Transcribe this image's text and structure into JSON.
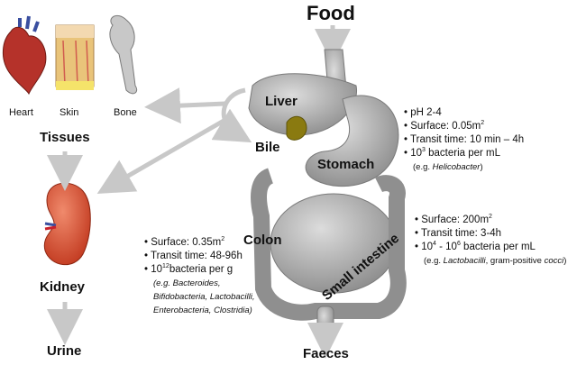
{
  "title": "Food",
  "tissues": {
    "heart": "Heart",
    "skin": "Skin",
    "bone": "Bone",
    "label": "Tissues"
  },
  "kidney": "Kidney",
  "urine": "Urine",
  "faeces": "Faeces",
  "organs": {
    "liver": "Liver",
    "bile": "Bile",
    "stomach": "Stomach",
    "colon": "Colon",
    "small_intestine": "Small intestine"
  },
  "stomach_info": {
    "ph": "pH 2-4",
    "surface": "Surface: 0.05m",
    "surface_exp": "2",
    "transit": "Transit time: 10 min – 4h",
    "bacteria_base": "10",
    "bacteria_exp": "3",
    "bacteria_rest": " bacteria per mL",
    "example_prefix": "(e.g. ",
    "example_italic": "Helicobacter",
    "example_suffix": ")"
  },
  "small_intestine_info": {
    "surface": "Surface: 200m",
    "surface_exp": "2",
    "transit": "Transit time: 3-4h",
    "b1": "10",
    "b1_exp": "4",
    "b_mid": " - 10",
    "b2_exp": "6",
    "b_rest": " bacteria per mL",
    "example_prefix": "(e.g. ",
    "example_italic": "Lactobacilli",
    "example_mid": ", gram-positive ",
    "example_italic2": "cocci",
    "example_suffix": ")"
  },
  "colon_info": {
    "surface": "Surface: 0.35m",
    "surface_exp": "2",
    "transit": "Transit time: 48-96h",
    "b_base": "10",
    "b_exp": "12",
    "b_rest": "bacteria per g",
    "ex1": "(e.g. Bacteroides,",
    "ex2": "Bifidobacteria, Lactobacilli,",
    "ex3": "Enterobacteria, Clostridia)"
  },
  "colors": {
    "arrow": "#c8c8c8",
    "organ_gray": "#a9a9a9",
    "kidney": "#d9442b",
    "heart": "#b5322a",
    "skin": "#e9c47a",
    "gallbladder": "#8a7a10"
  }
}
